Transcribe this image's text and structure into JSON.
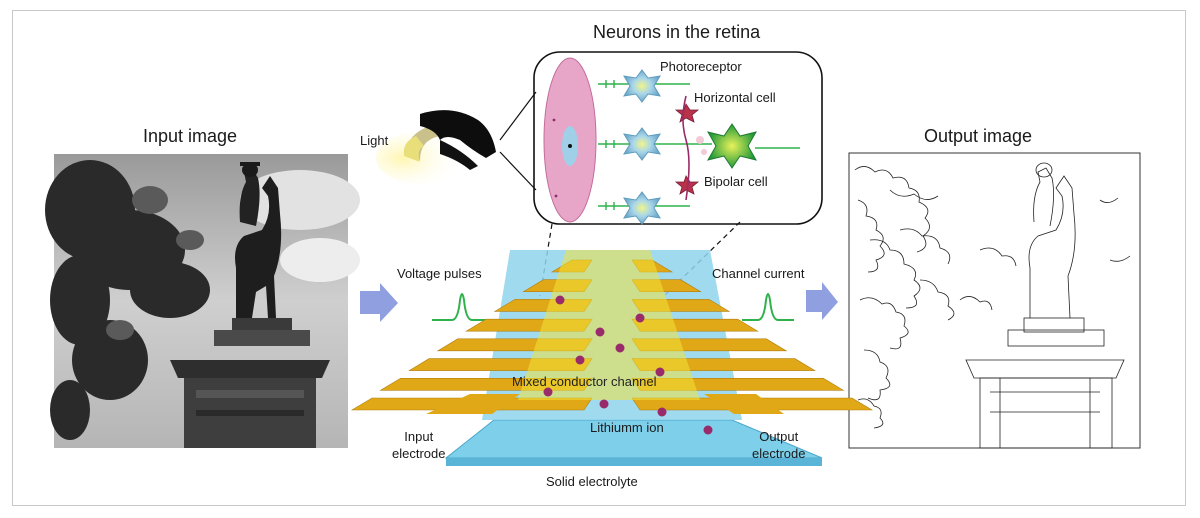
{
  "titles": {
    "neurons": "Neurons in the retina",
    "input": "Input image",
    "output": "Output image"
  },
  "labels": {
    "light": "Light",
    "photoreceptor": "Photoreceptor",
    "horizontal_cell": "Horizontal cell",
    "bipolar_cell": "Bipolar cell",
    "voltage_pulses": "Voltage pulses",
    "channel_current": "Channel current",
    "mixed_conductor_channel": "Mixed conductor channel",
    "lithium_ion": "Lithiumm ion",
    "input_electrode": "Input\nelectrode",
    "output_electrode": "Output\nelectrode",
    "solid_electrolyte": "Solid electrolyte"
  },
  "colors": {
    "pulse_green": "#2fb24c",
    "arrow_blue": "#8f9fe0",
    "electrode_gold": "#e0a817",
    "electrolyte_blue": "#6ec7e8",
    "channel_yellow": "#f2e23a",
    "retina_pink": "#e7a6c8",
    "ion_purple": "#9a2b6a"
  },
  "icons": {
    "arrow_left": "right-arrow-icon",
    "arrow_right": "right-arrow-icon",
    "eye": "eye-icon"
  }
}
